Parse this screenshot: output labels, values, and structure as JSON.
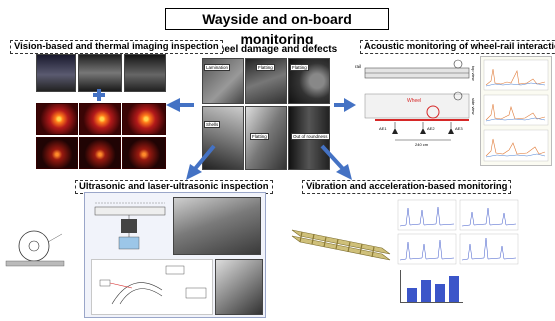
{
  "title": "Wayside and on-board monitoring",
  "center_label": "train wheel damage and defects",
  "defects": [
    "Lamination",
    "Flatting",
    "Flatting",
    "Shells",
    "Flatting",
    "Out of roundness"
  ],
  "sections": {
    "vision": "Vision-based and thermal imaging inspection",
    "acoustic": "Acoustic monitoring of wheel-rail interaction",
    "ultrasonic": "Ultrasonic and laser-ultrasonic inspection",
    "vibration": "Vibration and acceleration-based monitoring"
  },
  "acoustic_schematic": {
    "rail_label": "rail",
    "wheel_label": "Wheel",
    "sensor_labels": [
      "AE1",
      "AE2",
      "AE3"
    ],
    "top_label": "top view",
    "side_label": "side view",
    "distance_label": "240 cm"
  },
  "colors": {
    "arrow": "#4472c4",
    "bar": "#3b55c9",
    "wheel_highlight": "#d62828"
  },
  "icons": [
    "plus-icon",
    "arrow-left-icon",
    "arrow-right-icon",
    "arrow-down-left-icon",
    "arrow-down-right-icon"
  ]
}
